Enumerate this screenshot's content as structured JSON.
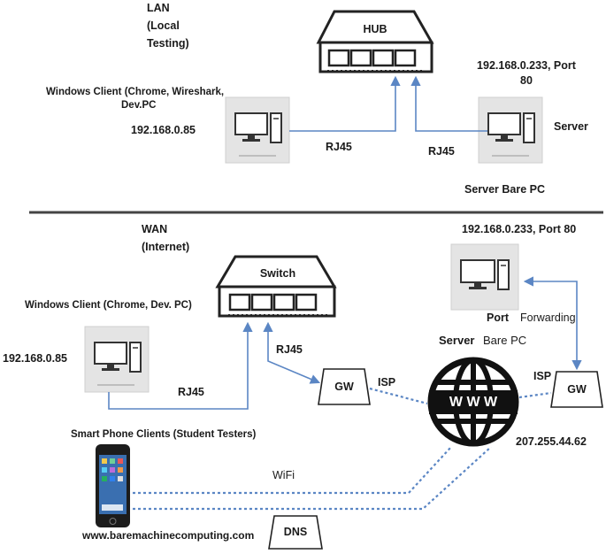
{
  "colors": {
    "link": "#5b86c4",
    "device_fill": "#e4e4e4",
    "outline": "#222222",
    "text": "#1a1a1a"
  },
  "lan": {
    "title": "LAN",
    "subtitle_1": "(Local",
    "subtitle_2": "Testing)",
    "hub_label": "HUB",
    "client_label_1": "Windows Client (Chrome, Wireshark,",
    "client_label_2": "Dev.PC",
    "client_ip": "192.168.0.85",
    "server_ip_1": "192.168.0.233, Port",
    "server_ip_2": "80",
    "server_label": "Server",
    "server_pc_label": "Server Bare PC",
    "link_client": "RJ45",
    "link_server": "RJ45"
  },
  "wan": {
    "title": "WAN",
    "subtitle": "(Internet)",
    "server_ip": "192.168.0.233, Port 80",
    "switch_label": "Switch",
    "client_label": "Windows Client (Chrome, Dev. PC)",
    "client_ip": "192.168.0.85",
    "port_forwarding_1": "Port",
    "port_forwarding_2": "Forwarding",
    "server_bare_pc_1": "Server",
    "server_bare_pc_2": "Bare PC",
    "link_switch_gw": "RJ45",
    "link_client_switch": "RJ45",
    "gw_left": "GW",
    "gw_right": "GW",
    "isp_left": "ISP",
    "isp_right": "ISP",
    "www_label": "W W W",
    "public_ip": "207.255.44.62",
    "phone_label": "Smart Phone Clients (Student Testers)",
    "wifi_label": "WiFi",
    "website": "www.baremachinecomputing.com",
    "dns_label": "DNS"
  }
}
